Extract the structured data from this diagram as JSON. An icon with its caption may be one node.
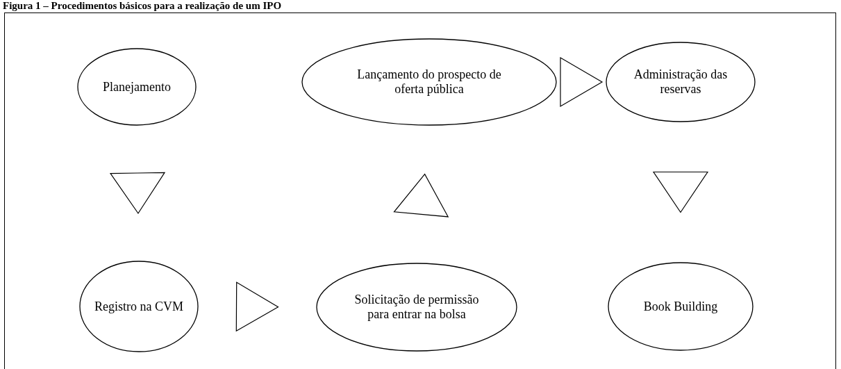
{
  "diagram": {
    "title": "Figura 1 – Procedimentos básicos para a realização de um IPO",
    "nodes": [
      {
        "text": [
          "Planejamento"
        ]
      },
      {
        "text": [
          "Lançamento do prospecto de oferta pública"
        ]
      },
      {
        "text": [
          "Administração das reservas"
        ]
      },
      {
        "text": [
          "Registro na CVM"
        ]
      },
      {
        "text": [
          "Solicitação de permissão para entrar na bolsa"
        ]
      },
      {
        "text": [
          "Book Building"
        ]
      }
    ],
    "edges": [
      {
        "from": 0,
        "to": 3,
        "arrow": "to"
      },
      {
        "from": 3,
        "to": 4,
        "arrow": "to"
      },
      {
        "from": 4,
        "to": 1,
        "arrow": "to"
      },
      {
        "from": 1,
        "to": 2,
        "arrow": "to"
      },
      {
        "from": 2,
        "to": 5,
        "arrow": "to"
      }
    ]
  }
}
